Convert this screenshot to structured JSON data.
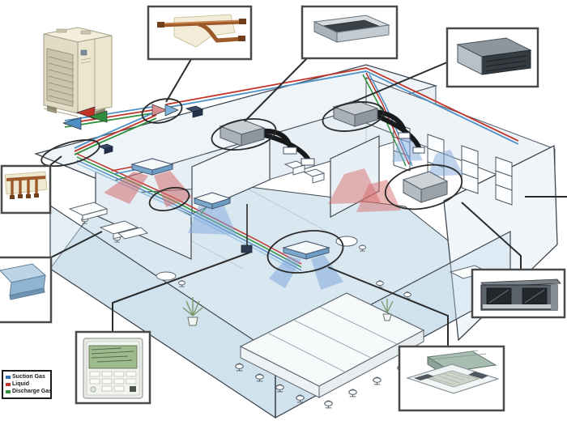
{
  "legend": {
    "items": [
      {
        "id": "suction-gas",
        "label": "Suction Gas",
        "color": "#2f6fb1"
      },
      {
        "id": "liquid",
        "label": "Liquid",
        "color": "#c13328"
      },
      {
        "id": "discharge-gas",
        "label": "Discharge Gas",
        "color": "#2f8f3a"
      }
    ]
  },
  "colors": {
    "suction_gas_pipe": "#4d8fc4",
    "liquid_pipe": "#c13328",
    "discharge_gas_pipe": "#2f8f3a",
    "warm_air": "#d98f8f",
    "cool_air": "#8fb7e0",
    "callout_border": "#4a4a4a",
    "copper": "#9c5a2a"
  },
  "figures": {
    "outdoor_unit": "vrv-outdoor-unit",
    "refnet_joint": "copper-refnet-branch-joint",
    "branch_header": "copper-branch-header",
    "slim_duct_unit": "slim-ceiling-duct-unit",
    "ceiling_duct_unit": "ceiling-concealed-duct-unit",
    "suspended_unit": "ceiling-suspended-unit",
    "remote_controller": "wired-remote-controller",
    "two_fan_duct_unit": "high-static-duct-unit",
    "cassette_unit": "four-way-ceiling-cassette"
  }
}
